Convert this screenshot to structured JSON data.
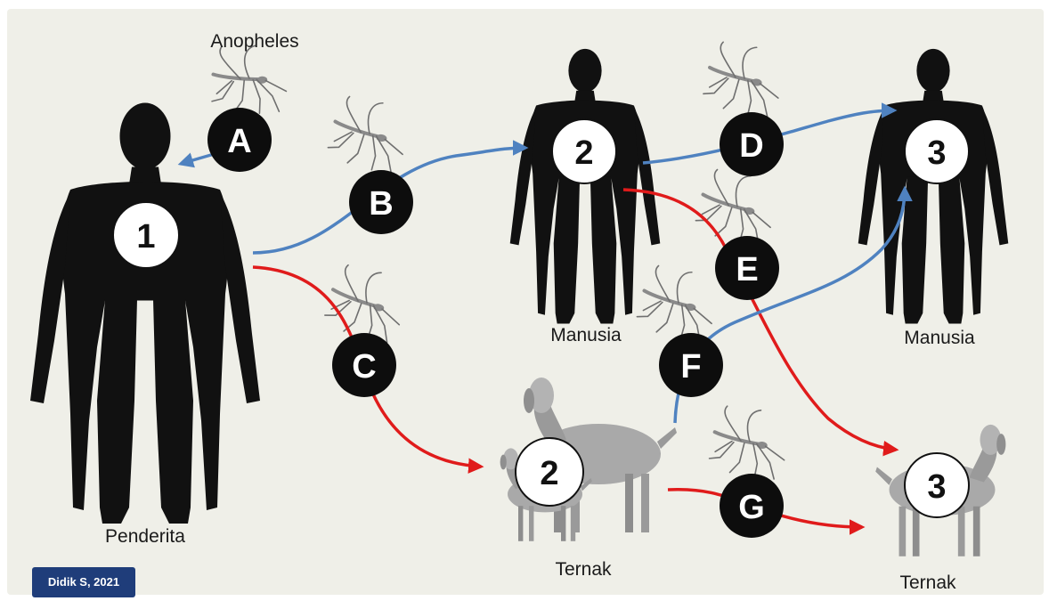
{
  "labels": {
    "vector": "Anopheles",
    "source": "Penderita",
    "human_2": "Manusia",
    "human_3": "Manusia",
    "livestock_2": "Ternak",
    "livestock_3": "Ternak"
  },
  "nodes": {
    "source": "1",
    "human_2": "2",
    "human_3": "3",
    "livestock_2": "2",
    "livestock_3": "3"
  },
  "routes": {
    "A": "A",
    "B": "B",
    "C": "C",
    "D": "D",
    "E": "E",
    "F": "F",
    "G": "G"
  },
  "credit": "Didik S, 2021",
  "colors": {
    "human_route": "#4f82c0",
    "livestock_route": "#e01b1b",
    "silhouette": "#111111",
    "route_marker": "#0d0d0d",
    "node_marker": "#ffffff",
    "credit_bg": "#1f3d7a",
    "background": "#efefe8"
  },
  "icons": [
    "mosquito-icon",
    "human-silhouette-icon",
    "goat-icon"
  ]
}
